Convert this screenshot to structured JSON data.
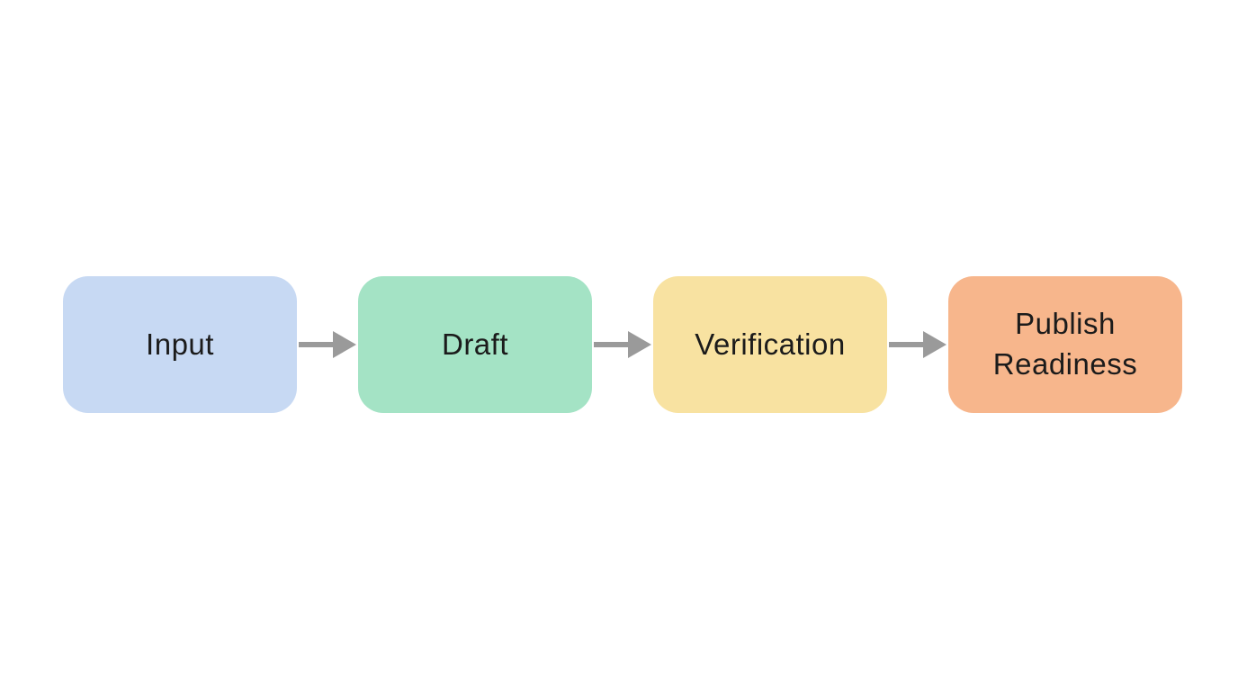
{
  "diagram": {
    "type": "flowchart",
    "direction": "left-to-right",
    "background_color": "#ffffff",
    "text_color": "#1b1b1b",
    "arrow_color": "#9a9a9a",
    "steps": [
      {
        "label": "Input",
        "color": "#c7d9f3"
      },
      {
        "label": "Draft",
        "color": "#a4e3c5"
      },
      {
        "label": "Verification",
        "color": "#f8e2a1"
      },
      {
        "label": "Publish Readiness",
        "color": "#f7b68c"
      }
    ]
  }
}
